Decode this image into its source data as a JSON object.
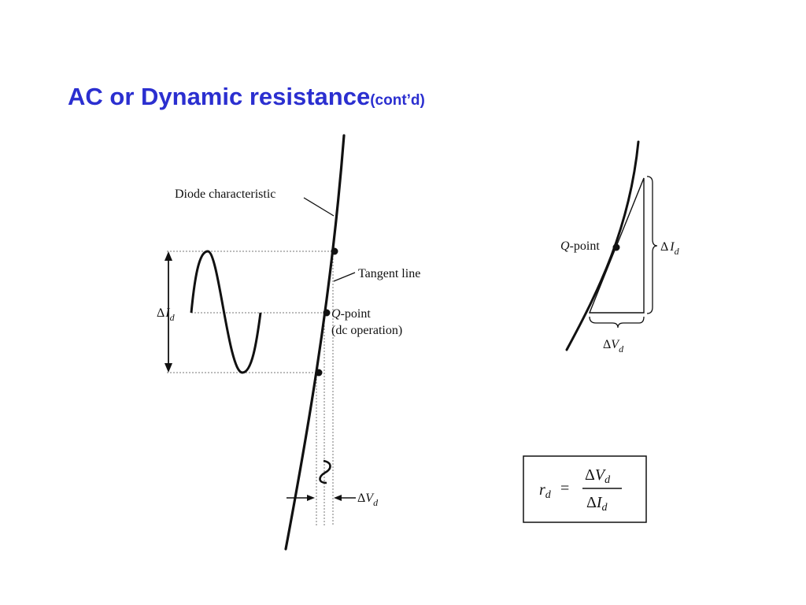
{
  "title": {
    "main": "AC or Dynamic resistance",
    "suffix": "(cont’d)"
  },
  "left_diagram": {
    "diode_characteristic": "Diode characteristic",
    "tangent_line": "Tangent line",
    "q": "Q",
    "q_point_suffix": "-point",
    "dc_operation": "(dc operation)",
    "delta": "Δ",
    "i": "I",
    "v": "V",
    "d": "d"
  },
  "right_diagram": {
    "q": "Q",
    "q_point_suffix": "-point",
    "delta": "Δ",
    "i": "I",
    "v": "V",
    "d": "d"
  },
  "formula": {
    "r": "r",
    "d": "d",
    "equals": "=",
    "delta": "Δ",
    "v": "V",
    "i": "I"
  }
}
